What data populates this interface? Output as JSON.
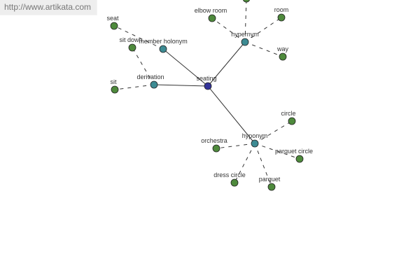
{
  "site": {
    "url_text": "http://www.artikata.com"
  },
  "colors": {
    "center": "#333399",
    "relation": "#3d8b93",
    "leaf": "#4e8a3c",
    "stroke": "#222222",
    "edge": "#333333",
    "label": "#333333"
  },
  "graph": {
    "center": {
      "id": "seating",
      "label": "seating"
    },
    "relations": [
      {
        "id": "hypernym",
        "label": "hypernym"
      },
      {
        "id": "member-holonym",
        "label": "member holonym"
      },
      {
        "id": "derivation",
        "label": "derivation"
      },
      {
        "id": "hyponym",
        "label": "hyponym"
      }
    ],
    "leaves": [
      {
        "id": "elbow-room",
        "label": "elbow room",
        "parent": "hypernym"
      },
      {
        "id": "hypernym-top",
        "label": "",
        "parent": "hypernym"
      },
      {
        "id": "room",
        "label": "room",
        "parent": "hypernym"
      },
      {
        "id": "way",
        "label": "way",
        "parent": "hypernym"
      },
      {
        "id": "seat",
        "label": "seat",
        "parent": "member-holonym"
      },
      {
        "id": "sit-down",
        "label": "sit down",
        "parent": "derivation"
      },
      {
        "id": "sit",
        "label": "sit",
        "parent": "derivation"
      },
      {
        "id": "circle",
        "label": "circle",
        "parent": "hyponym"
      },
      {
        "id": "orchestra",
        "label": "orchestra",
        "parent": "hyponym"
      },
      {
        "id": "parquet-circle",
        "label": "parquet circle",
        "parent": "hyponym"
      },
      {
        "id": "dress-circle",
        "label": "dress circle",
        "parent": "hyponym"
      },
      {
        "id": "parquet",
        "label": "parquet",
        "parent": "hyponym"
      }
    ]
  }
}
